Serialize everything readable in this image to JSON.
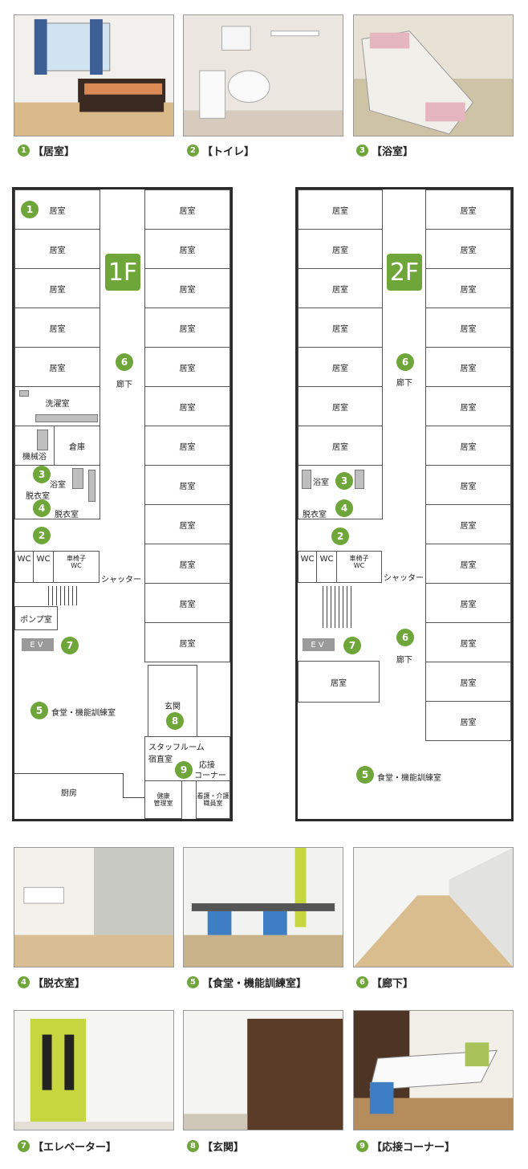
{
  "top_photos": [
    {
      "num": "1",
      "label": "【居室】"
    },
    {
      "num": "2",
      "label": "【トイレ】"
    },
    {
      "num": "3",
      "label": "【浴室】"
    }
  ],
  "bottom_photos": [
    {
      "num": "4",
      "label": "【脱衣室】"
    },
    {
      "num": "5",
      "label": "【食堂・機能訓練室】"
    },
    {
      "num": "6",
      "label": "【廊下】"
    },
    {
      "num": "7",
      "label": "【エレベーター】"
    },
    {
      "num": "8",
      "label": "【玄関】"
    },
    {
      "num": "9",
      "label": "【応接コーナー】"
    }
  ],
  "plan1f": {
    "floor": "1F",
    "room": "居室",
    "corridor": "廊下",
    "laundry": "洗濯室",
    "storage": "倉庫",
    "machine_bath": "機械浴",
    "bath": "浴室",
    "dressing_a": "脱衣室",
    "dressing_b": "脱衣室",
    "wc": "WC",
    "wheelchair": "車椅子",
    "shutter": "シャッター",
    "pump": "ポンプ室",
    "ev": "EV",
    "dining": "食堂・機能訓練室",
    "entrance": "玄関",
    "staff1": "スタッフルーム",
    "staff2": "宿直室",
    "reception1": "応接",
    "reception2": "コーナー",
    "kitchen": "厨房",
    "health1": "健康",
    "health2": "管理室",
    "nurse1": "看護・介護",
    "nurse2": "職員室"
  },
  "plan2f": {
    "floor": "2F",
    "room": "居室",
    "corridor": "廊下",
    "bath": "浴室",
    "dressing": "脱衣室",
    "wc": "WC",
    "wheelchair": "車椅子",
    "shutter": "シャッター",
    "ev": "EV",
    "dining": "食堂・機能訓練室"
  },
  "colors": {
    "accent": "#6fa63a",
    "wall": "#2b2b2b",
    "ev": "#9a9a9a"
  }
}
